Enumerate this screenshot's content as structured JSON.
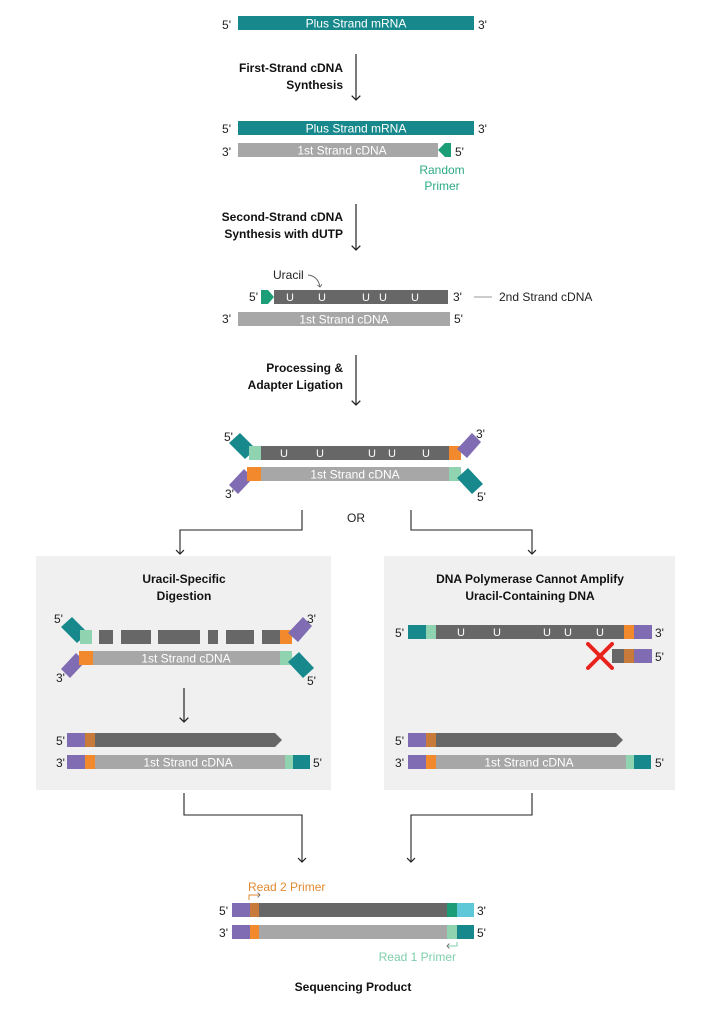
{
  "colors": {
    "teal": "#17898c",
    "gray_light": "#a7a7a7",
    "gray_dark": "#676767",
    "green": "#1b9e78",
    "mint": "#8fd3b0",
    "orange": "#f28a2d",
    "purple": "#7f6cb3",
    "cyan": "#5fc8d8",
    "red": "#e8231c",
    "panel": "#f0f0f0",
    "primer_green_text": "#2eaa86",
    "read2_text": "#e08a33",
    "read1_text": "#7fcfab"
  },
  "ends": {
    "five": "5'",
    "three": "3'"
  },
  "strands": {
    "mrna": "Plus Strand mRNA",
    "first_cdna": "1st Strand cDNA",
    "second_cdna": "2nd Strand cDNA"
  },
  "primers": {
    "random_line1": "Random",
    "random_line2": "Primer",
    "read2": "Read 2 Primer",
    "read1": "Read 1 Primer"
  },
  "steps": {
    "first_strand_line1": "First-Strand cDNA",
    "first_strand_line2": "Synthesis",
    "second_strand_line1": "Second-Strand cDNA",
    "second_strand_line2": "Synthesis with dUTP",
    "processing_line1": "Processing &",
    "processing_line2": "Adapter Ligation"
  },
  "uracil": {
    "label": "Uracil",
    "letter": "U"
  },
  "or_label": "OR",
  "panels": {
    "left_title_line1": "Uracil-Specific",
    "left_title_line2": "Digestion",
    "right_title_line1": "DNA Polymerase Cannot Amplify",
    "right_title_line2": "Uracil-Containing DNA"
  },
  "final_label": "Sequencing Product"
}
